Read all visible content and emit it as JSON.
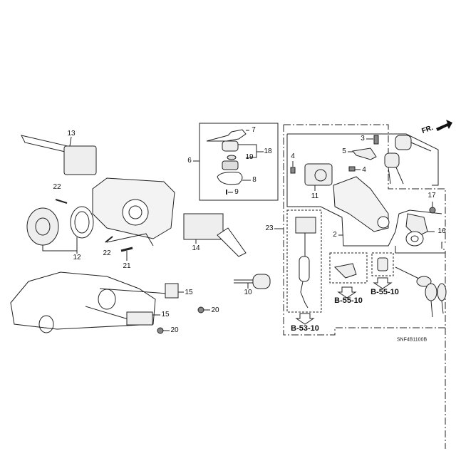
{
  "diagram": {
    "code": "SNF4B1100B",
    "front_indicator": "FR.",
    "part_labels": {
      "p13": "13",
      "p22a": "22",
      "p12": "12",
      "p22b": "22",
      "p21": "21",
      "p14": "14",
      "p15a": "15",
      "p15b": "15",
      "p20a": "20",
      "p20b": "20",
      "p6": "6",
      "p7": "7",
      "p18": "18",
      "p19": "19",
      "p8": "8",
      "p9": "9",
      "p10": "10",
      "p3": "3",
      "p5": "5",
      "p4a": "4",
      "p4b": "4",
      "p11": "11",
      "p2": "2",
      "p23": "23",
      "p17": "17",
      "p16": "16"
    },
    "references": {
      "ref_b53": "B-53-10",
      "ref_b55a": "B-55-10",
      "ref_b55b": "B-55-10"
    }
  }
}
